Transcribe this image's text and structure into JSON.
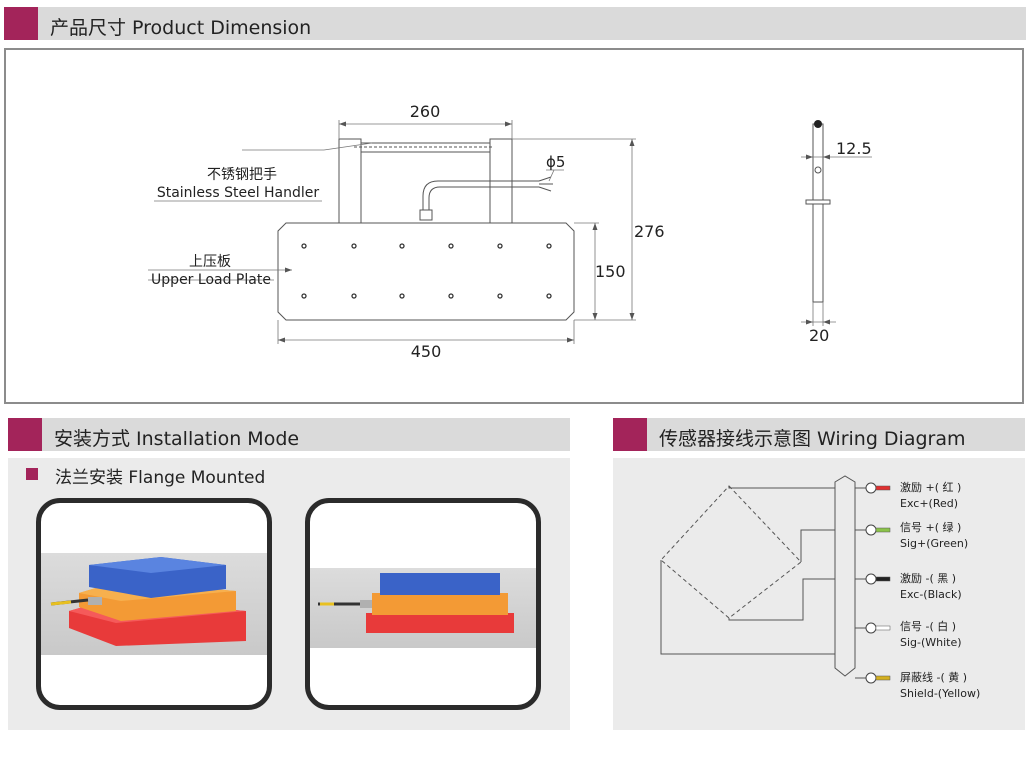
{
  "sections": {
    "dimension": {
      "title": "产品尺寸 Product Dimension"
    },
    "install": {
      "title": "安装方式 Installation Mode",
      "subtitle": "法兰安装 Flange Mounted"
    },
    "wiring": {
      "title": "传感器接线示意图 Wiring Diagram"
    }
  },
  "drawing": {
    "dim_260": "260",
    "dim_phi5": "ϕ5",
    "dim_276": "276",
    "dim_150": "150",
    "dim_450": "450",
    "dim_12_5": "12.5",
    "dim_20": "20",
    "handle_cn": "不锈钢把手",
    "handle_en": "Stainless Steel Handler",
    "plate_cn": "上压板",
    "plate_en": "Upper Load Plate"
  },
  "wiring": {
    "wires": [
      {
        "cn": "激励 +( 红 )",
        "en": "Exc+(Red)",
        "color": "#e03030"
      },
      {
        "cn": "信号 +( 绿 )",
        "en": "Sig+(Green)",
        "color": "#8bc34a"
      },
      {
        "cn": "激励 -( 黑 )",
        "en": "Exc-(Black)",
        "color": "#222222"
      },
      {
        "cn": "信号 -( 白 )",
        "en": "Sig-(White)",
        "color": "#ffffff"
      },
      {
        "cn": "屏蔽线 -( 黄 )",
        "en": "Shield-(Yellow)",
        "color": "#d4b020"
      }
    ]
  },
  "colors": {
    "accent": "#a3245a",
    "header_bg": "#dadada",
    "panel_bg": "#ebebeb"
  }
}
